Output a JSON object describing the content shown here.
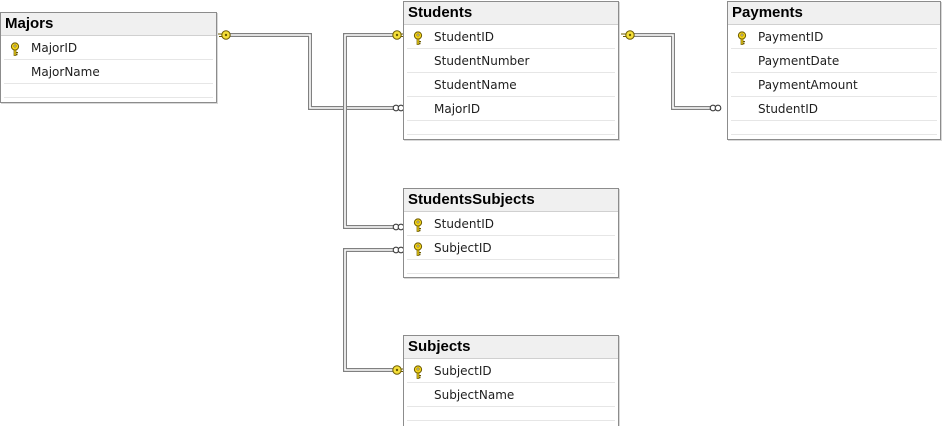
{
  "diagram": {
    "tables": [
      {
        "id": "majors",
        "title": "Majors",
        "columns": [
          {
            "name": "MajorID",
            "pk": true
          },
          {
            "name": "MajorName",
            "pk": false
          }
        ]
      },
      {
        "id": "students",
        "title": "Students",
        "columns": [
          {
            "name": "StudentID",
            "pk": true
          },
          {
            "name": "StudentNumber",
            "pk": false
          },
          {
            "name": "StudentName",
            "pk": false
          },
          {
            "name": "MajorID",
            "pk": false
          }
        ]
      },
      {
        "id": "payments",
        "title": "Payments",
        "columns": [
          {
            "name": "PaymentID",
            "pk": true
          },
          {
            "name": "PaymentDate",
            "pk": false
          },
          {
            "name": "PaymentAmount",
            "pk": false
          },
          {
            "name": "StudentID",
            "pk": false
          }
        ]
      },
      {
        "id": "studentssubjects",
        "title": "StudentsSubjects",
        "columns": [
          {
            "name": "StudentID",
            "pk": true
          },
          {
            "name": "SubjectID",
            "pk": true
          }
        ]
      },
      {
        "id": "subjects",
        "title": "Subjects",
        "columns": [
          {
            "name": "SubjectID",
            "pk": true
          },
          {
            "name": "SubjectName",
            "pk": false
          }
        ]
      }
    ],
    "relationships": [
      {
        "from_table": "majors",
        "from_column": "MajorID",
        "to_table": "students",
        "to_column": "MajorID",
        "from_end": "one",
        "to_end": "many"
      },
      {
        "from_table": "students",
        "from_column": "StudentID",
        "to_table": "payments",
        "to_column": "StudentID",
        "from_end": "one",
        "to_end": "many"
      },
      {
        "from_table": "students",
        "from_column": "StudentID",
        "to_table": "studentssubjects",
        "to_column": "StudentID",
        "from_end": "one",
        "to_end": "many"
      },
      {
        "from_table": "subjects",
        "from_column": "SubjectID",
        "to_table": "studentssubjects",
        "to_column": "SubjectID",
        "from_end": "one",
        "to_end": "many"
      }
    ],
    "colors": {
      "key_fill": "#f2d21a",
      "key_stroke": "#6b5a00",
      "line": "#808080",
      "one_end_fill": "#f5df3a"
    }
  }
}
